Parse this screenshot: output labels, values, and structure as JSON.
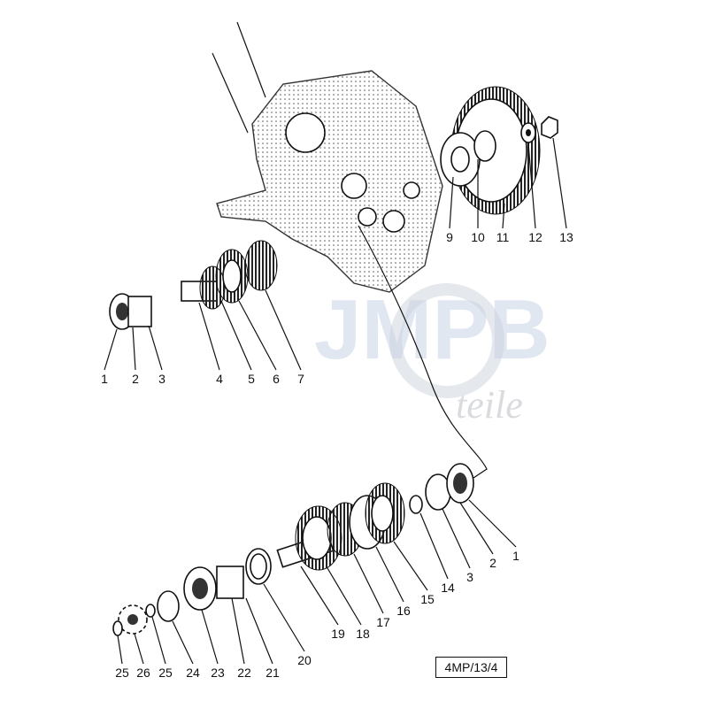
{
  "watermark": {
    "brand": "JMPB",
    "sub": "teile"
  },
  "drawing_code": "4MP/13/4",
  "labels": {
    "top": [
      "9",
      "10",
      "11",
      "12",
      "13"
    ],
    "left": [
      "1",
      "2",
      "3",
      "4",
      "5",
      "6",
      "7"
    ],
    "right": [
      "1",
      "2",
      "3",
      "14",
      "15",
      "16",
      "17",
      "18",
      "19"
    ],
    "bottom": [
      "25",
      "26",
      "25",
      "24",
      "23",
      "22",
      "21",
      "20"
    ]
  }
}
